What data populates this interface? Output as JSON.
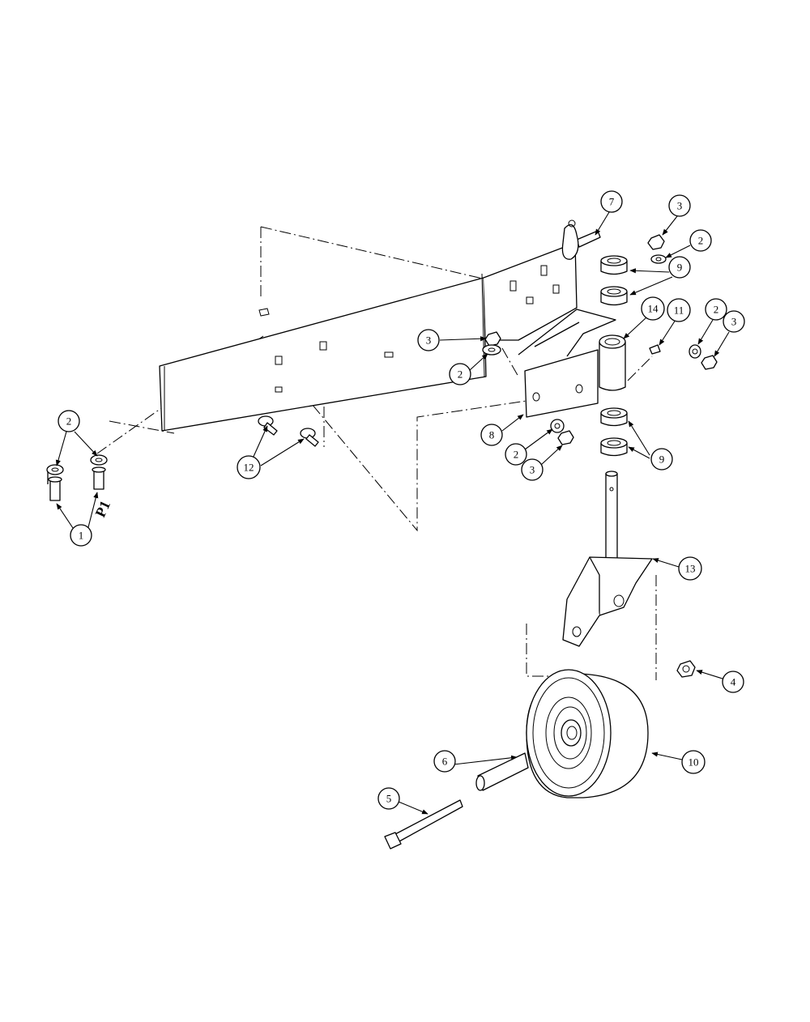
{
  "callouts": {
    "c1": "1",
    "c2a": "2",
    "c2b": "2",
    "c2c": "2",
    "c2d": "2",
    "c2e": "2",
    "c3a": "3",
    "c3b": "3",
    "c3c": "3",
    "c3d": "3",
    "c4": "4",
    "c5": "5",
    "c6": "6",
    "c7": "7",
    "c8": "8",
    "c9a": "9",
    "c9b": "9",
    "c10": "10",
    "c11": "11",
    "c12": "12",
    "c13": "13",
    "c14": "14"
  },
  "labels": {
    "p1": "P1"
  }
}
